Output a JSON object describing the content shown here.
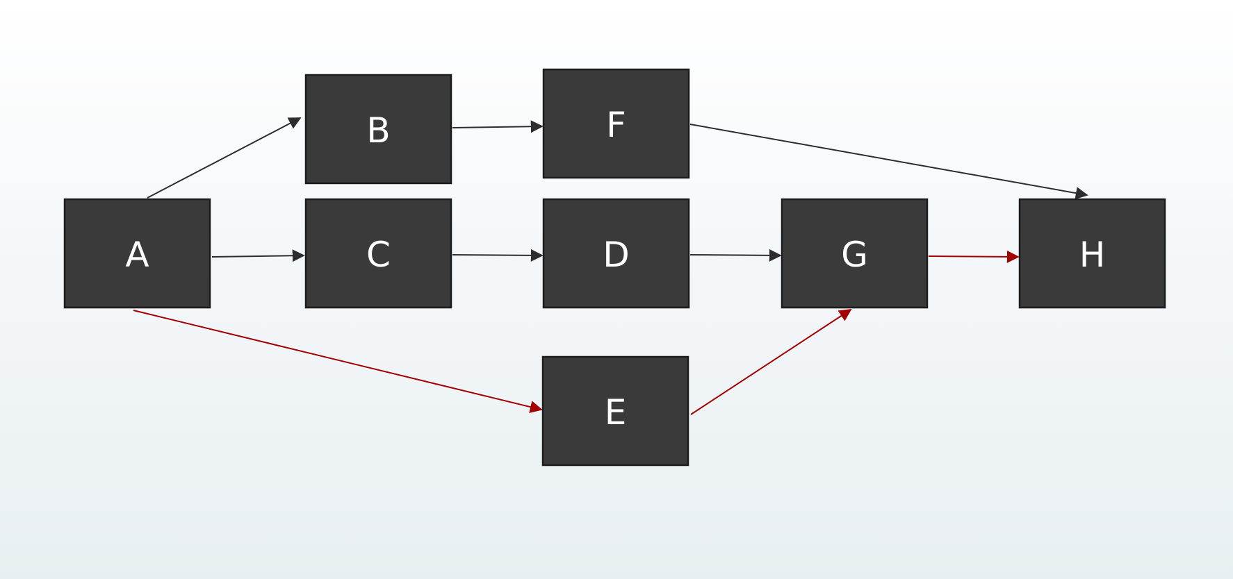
{
  "diagram": {
    "colors": {
      "node_fill": "#3a3a3a",
      "node_text": "#ffffff",
      "edge_normal": "#2d2d2d",
      "edge_critical": "#a30000"
    },
    "nodes": [
      {
        "id": "A",
        "label": "A"
      },
      {
        "id": "B",
        "label": "B"
      },
      {
        "id": "C",
        "label": "C"
      },
      {
        "id": "D",
        "label": "D"
      },
      {
        "id": "E",
        "label": "E"
      },
      {
        "id": "F",
        "label": "F"
      },
      {
        "id": "G",
        "label": "G"
      },
      {
        "id": "H",
        "label": "H"
      }
    ],
    "edges": [
      {
        "from": "A",
        "to": "B",
        "critical": false
      },
      {
        "from": "A",
        "to": "C",
        "critical": false
      },
      {
        "from": "A",
        "to": "E",
        "critical": true
      },
      {
        "from": "B",
        "to": "F",
        "critical": false
      },
      {
        "from": "C",
        "to": "D",
        "critical": false
      },
      {
        "from": "D",
        "to": "G",
        "critical": false
      },
      {
        "from": "E",
        "to": "G",
        "critical": true
      },
      {
        "from": "F",
        "to": "H",
        "critical": false
      },
      {
        "from": "G",
        "to": "H",
        "critical": true
      }
    ]
  }
}
